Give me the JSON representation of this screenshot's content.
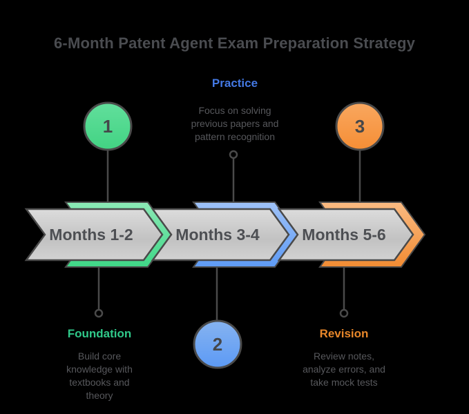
{
  "title": "6-Month Patent Agent Exam Preparation Strategy",
  "colors": {
    "foundation_green": "#30C98A",
    "practice_blue": "#4479E4",
    "revision_orange": "#E8872A",
    "chevron_gray": "#CBCBCB",
    "outline_dark": "#4A4A4A",
    "green_band": "#3FD787",
    "blue_band": "#5E9BF5",
    "orange_band": "#F5913A"
  },
  "stages": [
    {
      "number": "1",
      "months": "Months 1-2",
      "heading": "Foundation",
      "description": "Build core\nknowledge with\ntextbooks and\ntheory"
    },
    {
      "number": "2",
      "months": "Months 3-4",
      "heading": "Practice",
      "description": "Focus on solving\nprevious papers and\npattern recognition"
    },
    {
      "number": "3",
      "months": "Months 5-6",
      "heading": "Revision",
      "description": "Review notes,\nanalyze errors, and\ntake mock tests"
    }
  ]
}
